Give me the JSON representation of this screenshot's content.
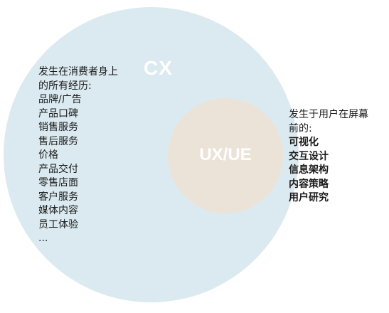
{
  "cx": {
    "label": "CX",
    "circle_color": "#dbeaf0",
    "description_lines": [
      "发生在消费者身上",
      "的所有经历:",
      "品牌/广告",
      "产品口碑",
      "销售服务",
      "售后服务",
      "价格",
      "产品交付",
      "零售店面",
      "客户服务",
      "媒体内容",
      "员工体验",
      "..."
    ]
  },
  "ux": {
    "label": "UX/UE",
    "circle_color": "#ece3d8",
    "description_lines": [
      "发生于用户在屏幕",
      "前的:",
      "可视化",
      "交互设计",
      "信息架构",
      "内容策略",
      "用户研究"
    ]
  }
}
